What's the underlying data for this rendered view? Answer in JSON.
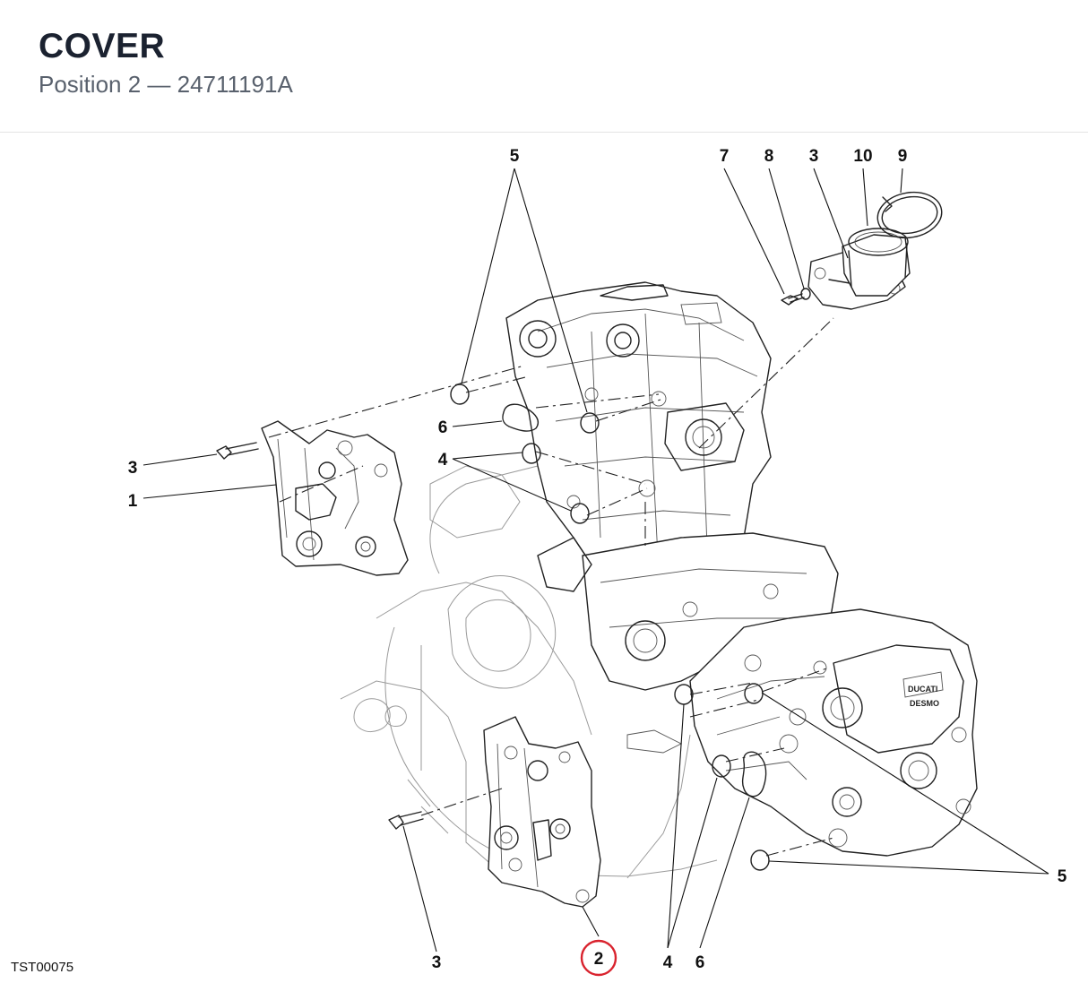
{
  "header": {
    "title": "COVER",
    "subtitle": "Position 2 — 24711191A"
  },
  "diagram": {
    "drawing_code": "TST00075",
    "highlight_color": "#d9232e",
    "callouts": [
      {
        "id": "c5-top",
        "label": "5"
      },
      {
        "id": "c7",
        "label": "7"
      },
      {
        "id": "c8",
        "label": "8"
      },
      {
        "id": "c3-top",
        "label": "3"
      },
      {
        "id": "c10",
        "label": "10"
      },
      {
        "id": "c9",
        "label": "9"
      },
      {
        "id": "c6-top",
        "label": "6"
      },
      {
        "id": "c4-top",
        "label": "4"
      },
      {
        "id": "c3-left",
        "label": "3"
      },
      {
        "id": "c1",
        "label": "1"
      },
      {
        "id": "c5-right",
        "label": "5"
      },
      {
        "id": "c3-bottom",
        "label": "3"
      },
      {
        "id": "c2",
        "label": "2",
        "highlighted": true
      },
      {
        "id": "c4-bottom",
        "label": "4"
      },
      {
        "id": "c6-bottom",
        "label": "6"
      }
    ]
  }
}
